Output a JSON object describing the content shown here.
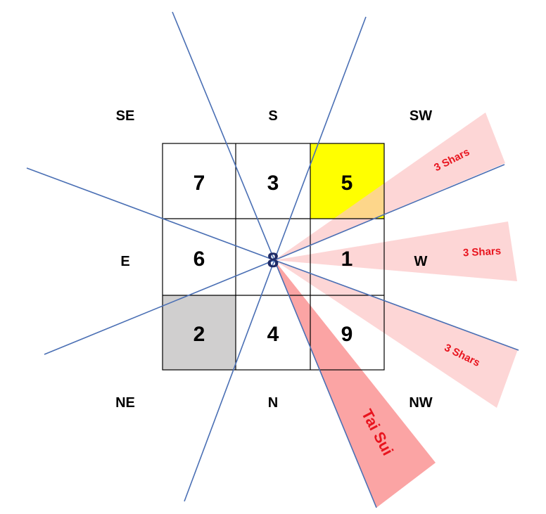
{
  "directions": {
    "se": "SE",
    "s": "S",
    "sw": "SW",
    "e": "E",
    "w": "W",
    "ne": "NE",
    "n": "N",
    "nw": "NW"
  },
  "grid": {
    "top_left": "7",
    "top_center": "3",
    "top_right": "5",
    "middle_left": "6",
    "center": "8",
    "middle_right": "1",
    "bottom_left": "2",
    "bottom_center": "4",
    "bottom_right": "9"
  },
  "sectors": {
    "shar_sw": "3 Shars",
    "shar_w": "3 Shars",
    "shar_nw": "3 Shars",
    "tai_sui": "Tai Sui"
  },
  "colors": {
    "highlight_yellow": "#ffff00",
    "highlight_gray": "#d0cfcf",
    "shar_fill": "#fcd5d5",
    "tai_sui_fill": "#fba0a0",
    "line_blue": "#4a6fb4",
    "text_red": "#e8141e"
  }
}
